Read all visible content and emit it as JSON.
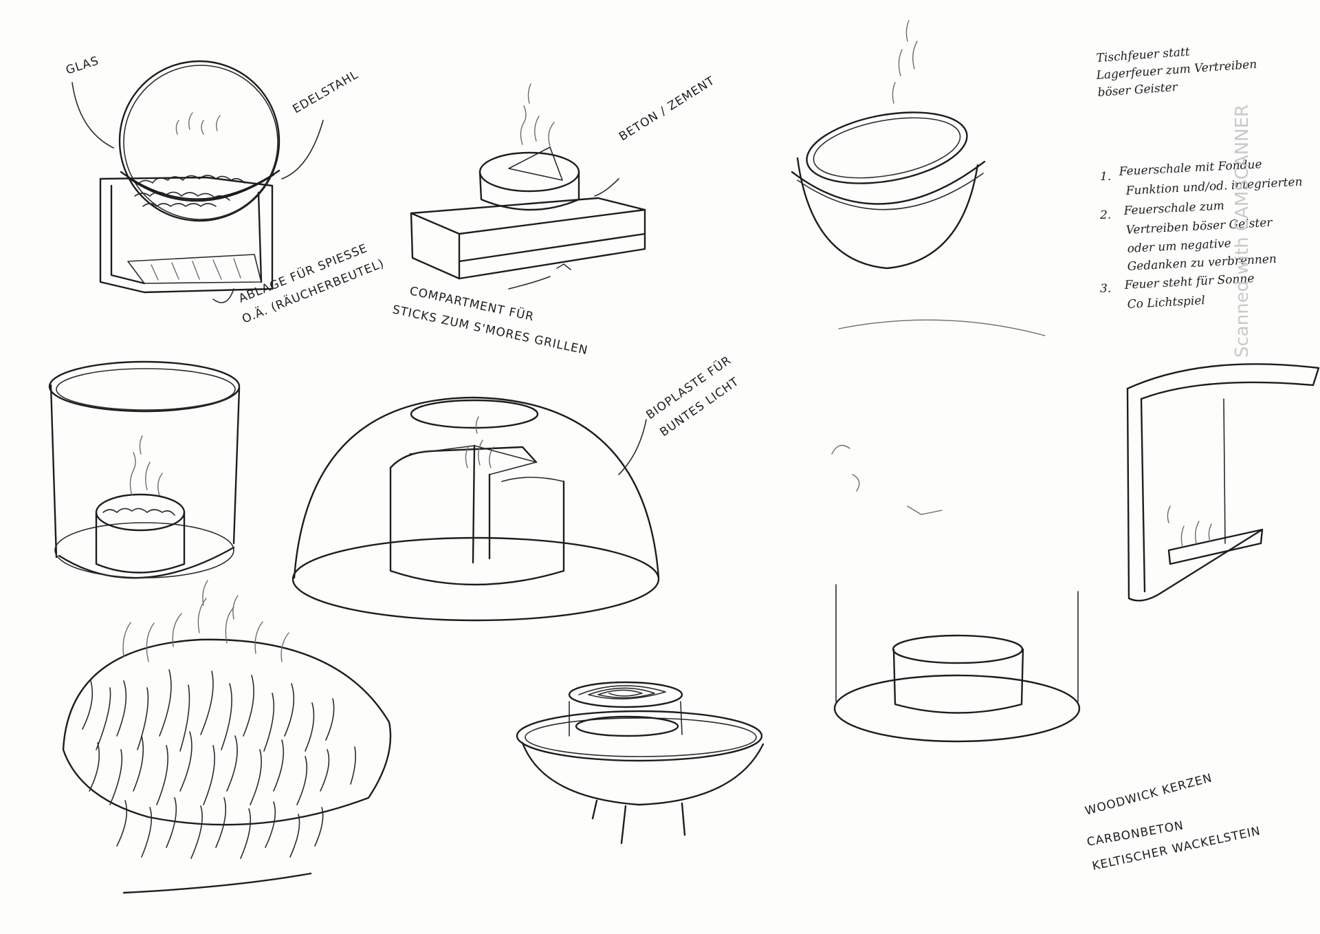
{
  "labels": {
    "glas": "GLAS",
    "edelstahl": "EDELSTAHL",
    "ablage_1": "ABLAGE FÜR SPIESSE",
    "ablage_2": "O.Ä. (RÄUCHERBEUTEL)",
    "beton": "BETON / ZEMENT",
    "compartment_1": "COMPARTMENT FÜR",
    "compartment_2": "STICKS ZUM S'MORES GRILLEN",
    "bioplaste_1": "BIOPLASTE FÜR",
    "bioplaste_2": "BUNTES LICHT"
  },
  "notes": {
    "intro_1": "Tischfeuer statt",
    "intro_2": "Lagerfeuer zum Vertreiben",
    "intro_3": "böser Geister",
    "items": [
      {
        "n": "1.",
        "line1": "Feuerschale mit Fondue",
        "line2": "Funktion und/od. integrierten"
      },
      {
        "n": "2.",
        "line1": "Feuerschale zum",
        "line2": "Vertreiben böser Geister",
        "line3": "oder um negative",
        "line4": "Gedanken zu verbrennen"
      },
      {
        "n": "3.",
        "line1": "Feuer steht für Sonne",
        "line2": "Co Lichtspiel"
      }
    ]
  },
  "references": [
    "WOODWICK KERZEN",
    "CARBONBETON",
    "KELTISCHER WACKELSTEIN"
  ],
  "watermark": "Scanned with CAMSCANNER",
  "colors": {
    "ink": "#1d1d1d",
    "paper": "#fdfdfc",
    "watermark": "#c9c9c9"
  }
}
